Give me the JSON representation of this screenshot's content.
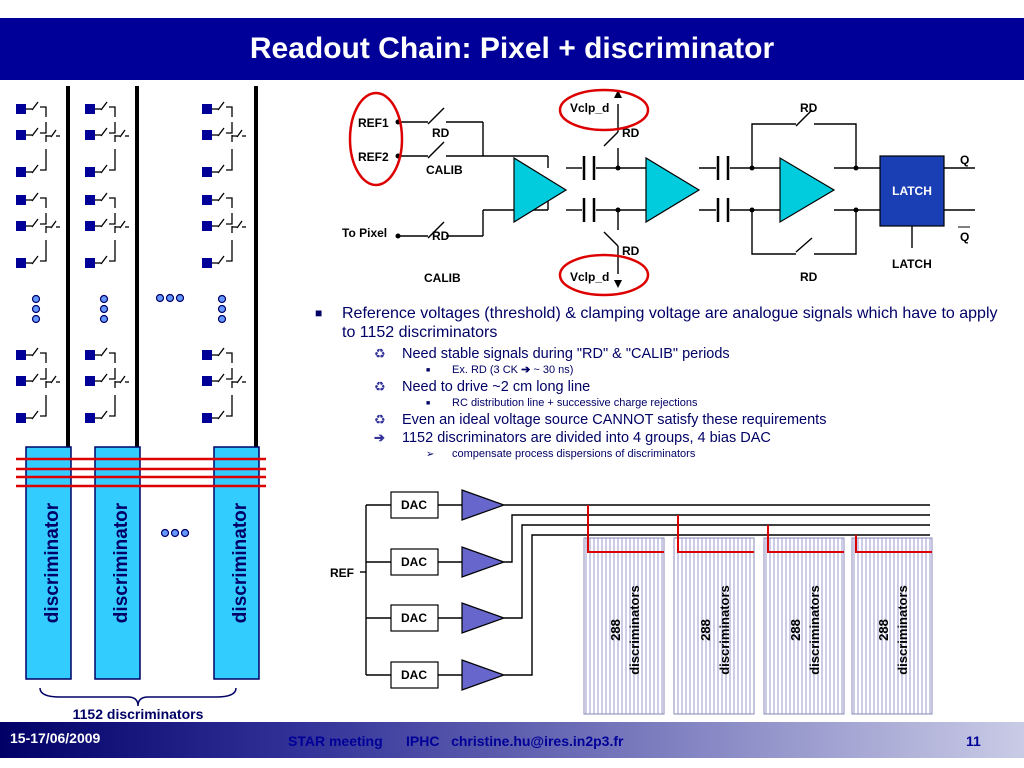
{
  "slide": {
    "title": "Readout Chain: Pixel + discriminator",
    "footer_date": "15-17/06/2009",
    "footer_event": "STAR meeting      IPHC   christine.hu@ires.in2p3.fr",
    "page_number": "11"
  },
  "left_panel": {
    "column_label": "discriminator",
    "brace_label": "1152 discriminators"
  },
  "schematic": {
    "ref1": "REF1",
    "ref2": "REF2",
    "to_pixel": "To Pixel",
    "rd": "RD",
    "calib": "CALIB",
    "vclp_d": "Vclp_d",
    "latch": "LATCH",
    "q": "Q",
    "qbar": "Q"
  },
  "bullets": {
    "b1": "Reference voltages (threshold) & clamping voltage are analogue signals which have to apply to 1152 discriminators",
    "b1_1": "Need stable signals during \"RD\" & \"CALIB\" periods",
    "b1_1_1": "Ex. RD (3 CK",
    "b1_1_1_tail": " ~ 30 ns)",
    "b1_2": "Need to drive ~2 cm long line",
    "b1_2_1": "RC distribution line + successive charge rejections",
    "b1_3": "Even an ideal voltage source CANNOT satisfy these requirements",
    "b1_4": "1152 discriminators are divided into 4 groups, 4 bias DAC",
    "b1_4_1": "compensate process dispersions of discriminators"
  },
  "dac_diagram": {
    "ref": "REF",
    "dac": "DAC",
    "group_count": "288",
    "group_label": "discriminators"
  },
  "colors": {
    "title_bg": "#000099",
    "text_blue": "#000066",
    "red_highlight": "#dd0000",
    "amp_fill": "#00ccdd",
    "latch_fill": "#1a3fb5",
    "discriminator_fill": "#33ccff",
    "pixel_square": "#000099"
  }
}
